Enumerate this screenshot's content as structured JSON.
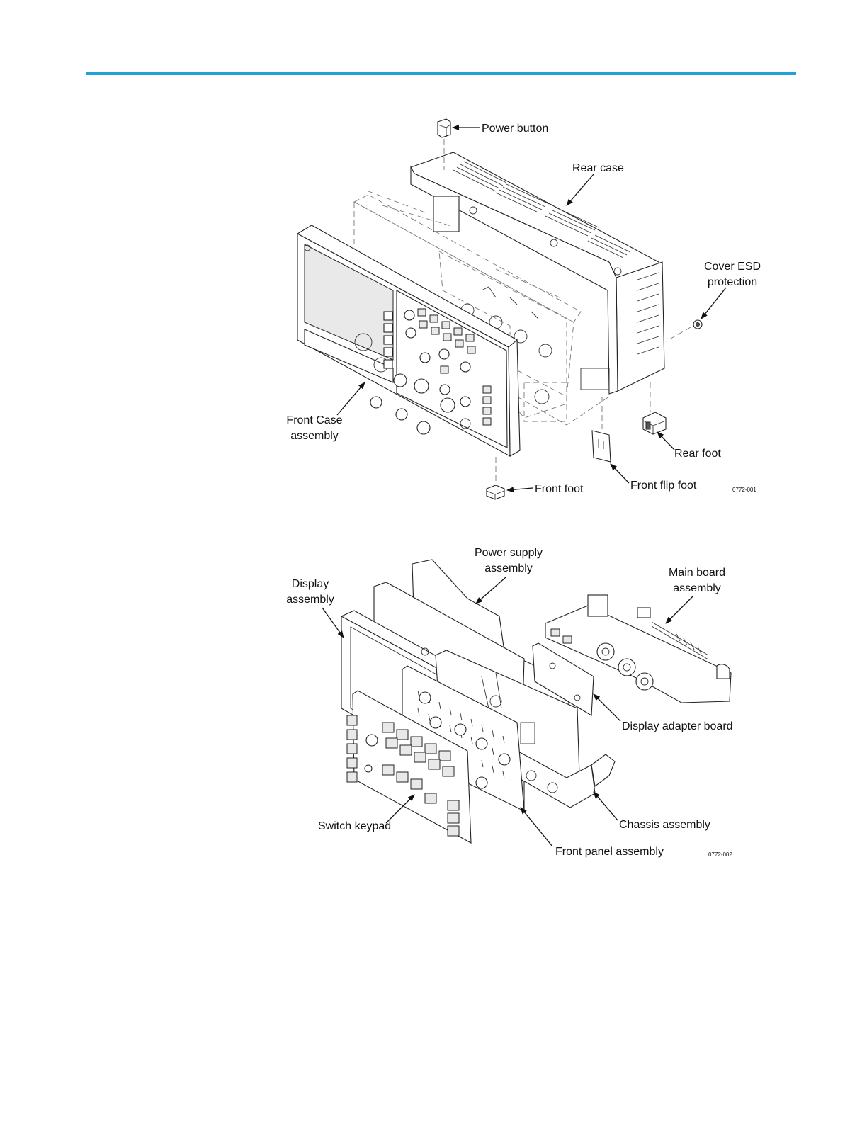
{
  "page": {
    "rule_color": "#1fa3d6"
  },
  "figure1": {
    "labels": {
      "power_button": "Power button",
      "rear_case": "Rear case",
      "cover_esd_1": "Cover ESD",
      "cover_esd_2": "protection",
      "front_case_1": "Front Case",
      "front_case_2": "assembly",
      "rear_foot": "Rear foot",
      "front_flip_foot": "Front flip foot",
      "front_foot": "Front foot"
    },
    "code": "0772-001"
  },
  "figure2": {
    "labels": {
      "power_supply_1": "Power supply",
      "power_supply_2": "assembly",
      "main_board_1": "Main board",
      "main_board_2": "assembly",
      "display_1": "Display",
      "display_2": "assembly",
      "display_adapter": "Display adapter board",
      "chassis": "Chassis assembly",
      "switch_keypad": "Switch keypad",
      "front_panel": "Front panel assembly"
    },
    "code": "0772-002"
  }
}
